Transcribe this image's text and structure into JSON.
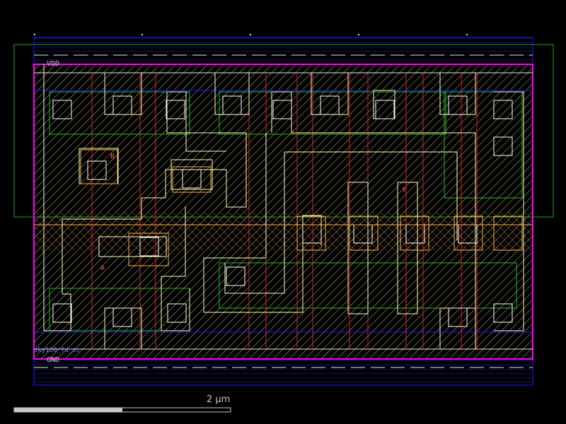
{
  "labels": {
    "vdd": "VDD",
    "gnd": "GND",
    "a": "A",
    "b": "B",
    "y": "Y",
    "cell_name": "sky130_fd_sc"
  },
  "scale_bar": {
    "label": "2 µm",
    "fill_fraction": 0.5
  },
  "colors": {
    "background": "#000000",
    "cell_boundary": "#ff00ff",
    "metal1": "#e8e8e8",
    "poly": "#e02020",
    "diffusion": "#20c020",
    "nwell": "#20a020",
    "metal2": "#1a1aff",
    "local_interconnect": "#ffffc0",
    "contact": "#ffb040"
  }
}
